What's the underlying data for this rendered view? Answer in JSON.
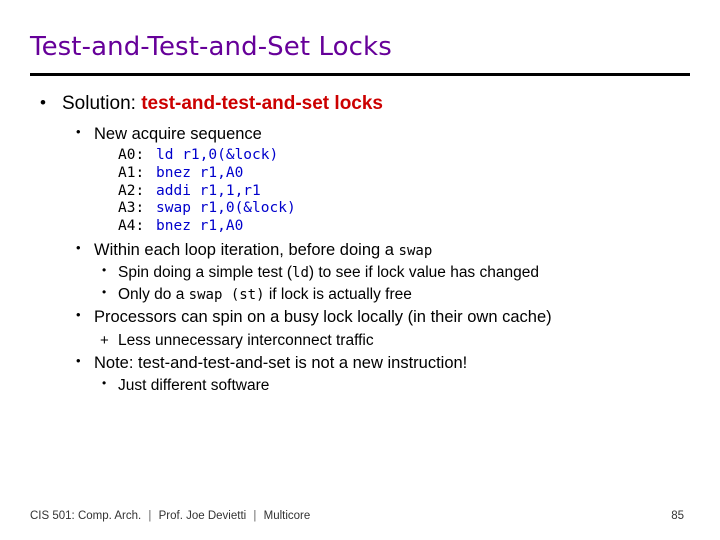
{
  "slide": {
    "title": "Test-and-Test-and-Set Locks",
    "bullets": {
      "solution_label": "Solution:",
      "solution_accent": "test-and-test-and-set locks",
      "new_acquire": "New acquire sequence",
      "within_loop_pre": "Within each loop iteration, before doing a",
      "within_loop_mono": "swap",
      "spin_pre": "Spin doing a simple test (",
      "spin_mono": "ld",
      "spin_post": ") to see if lock value has changed",
      "only_pre": "Only do a",
      "only_mono": "swap (st)",
      "only_post": "if lock is actually free",
      "processors": "Processors can spin on a busy lock locally (in their own cache)",
      "less_traffic_plus": "+",
      "less_traffic": "Less unnecessary interconnect traffic",
      "note": "Note: test-and-test-and-set is not a new instruction!",
      "just_software": "Just different software"
    },
    "code": [
      {
        "label": "A0:",
        "text": "ld  r1,0(&lock)"
      },
      {
        "label": "A1:",
        "text": "bnez r1,A0"
      },
      {
        "label": "A2:",
        "text": "addi r1,1,r1"
      },
      {
        "label": "A3:",
        "text": "swap r1,0(&lock)"
      },
      {
        "label": "A4:",
        "text": "bnez r1,A0"
      }
    ],
    "footer": {
      "course": "CIS 501: Comp. Arch.",
      "instructor": "Prof. Joe Devietti",
      "topic": "Multicore",
      "separator": "|"
    },
    "page_number": "85",
    "bullet_glyphs": {
      "level1": "•",
      "level2": "•",
      "level3": "•"
    },
    "colors": {
      "title": "#660099",
      "accent": "#cc0000",
      "code": "#0000cc",
      "text": "#000000"
    }
  }
}
